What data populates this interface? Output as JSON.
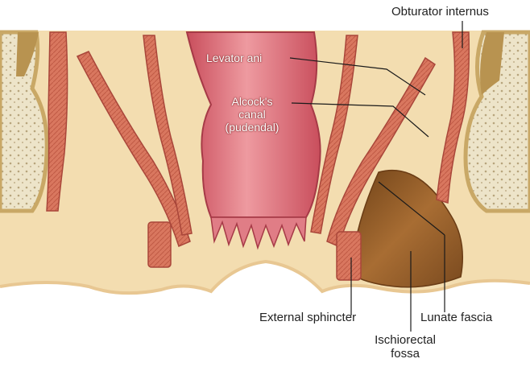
{
  "labels": {
    "obturator_internus": "Obturator internus",
    "levator_ani": "Levator ani",
    "alcocks_canal_line1": "Alcock's",
    "alcocks_canal_line2": "canal",
    "alcocks_canal_line3": "(pudendal)",
    "external_sphincter": "External sphincter",
    "lunate_fascia": "Lunate fascia",
    "ischiorectal_line1": "Ischiorectal",
    "ischiorectal_line2": "fossa"
  },
  "colors": {
    "background_fat": "#f3ddb0",
    "bone_cortex": "#c9a866",
    "bone_marrow": "#ece3c8",
    "muscle": "#d9775f",
    "muscle_dark": "#a9463a",
    "rectum": "#d9707a",
    "rectum_light": "#ef9fa3",
    "fossa_fat": "#8c5a2a",
    "leader_line": "#1a1a1a"
  }
}
